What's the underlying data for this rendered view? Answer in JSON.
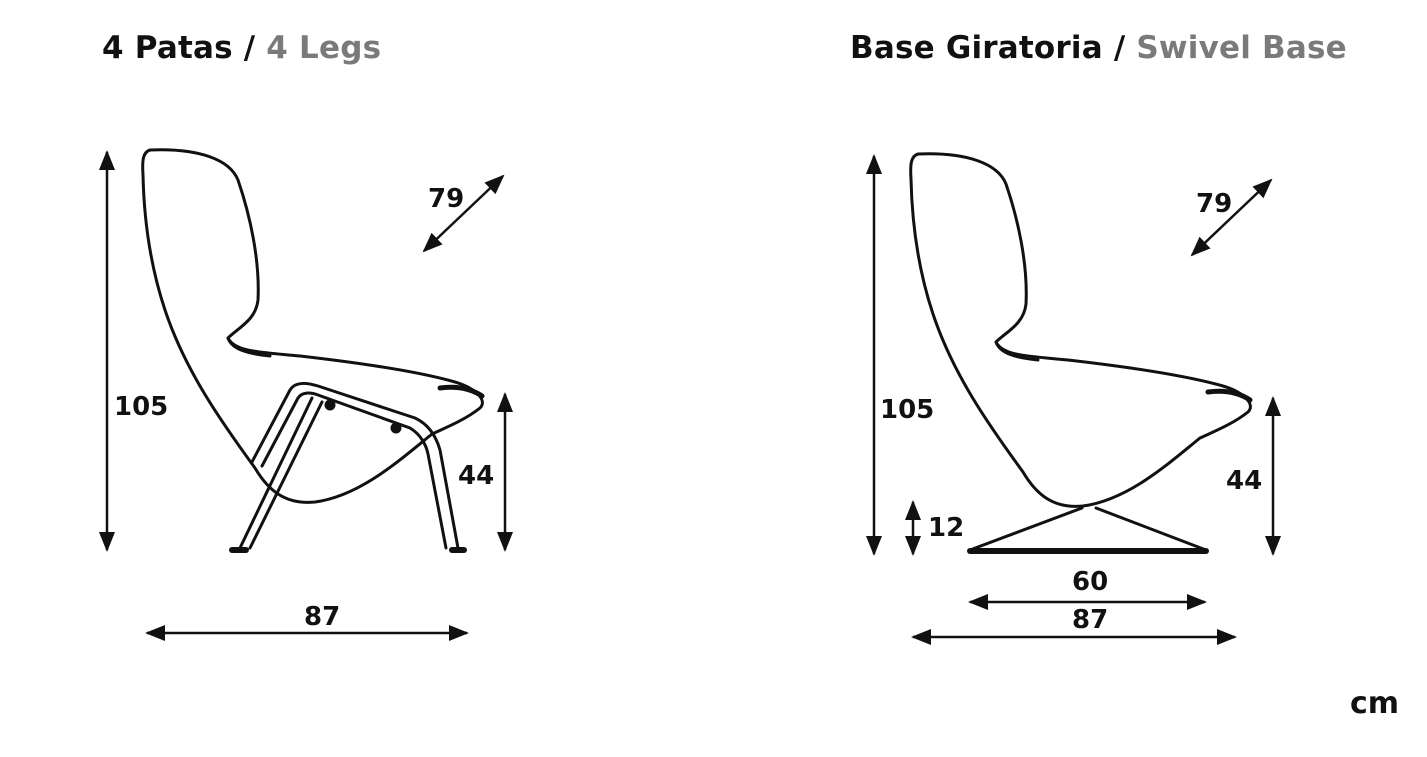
{
  "left_panel": {
    "title_primary": "4 Patas",
    "title_separator": "/",
    "title_secondary": "4 Legs",
    "dim_height": "105",
    "dim_depth_diag": "79",
    "dim_seat_height": "44",
    "dim_width": "87"
  },
  "right_panel": {
    "title_primary": "Base Giratoria",
    "title_separator": "/",
    "title_secondary": "Swivel Base",
    "dim_height": "105",
    "dim_depth_diag": "79",
    "dim_seat_height": "44",
    "dim_base_height": "12",
    "dim_base_width": "60",
    "dim_width": "87"
  },
  "unit_label": "cm",
  "colors": {
    "primary_text": "#111111",
    "secondary_text": "#7a7a7a",
    "line": "#111111"
  }
}
